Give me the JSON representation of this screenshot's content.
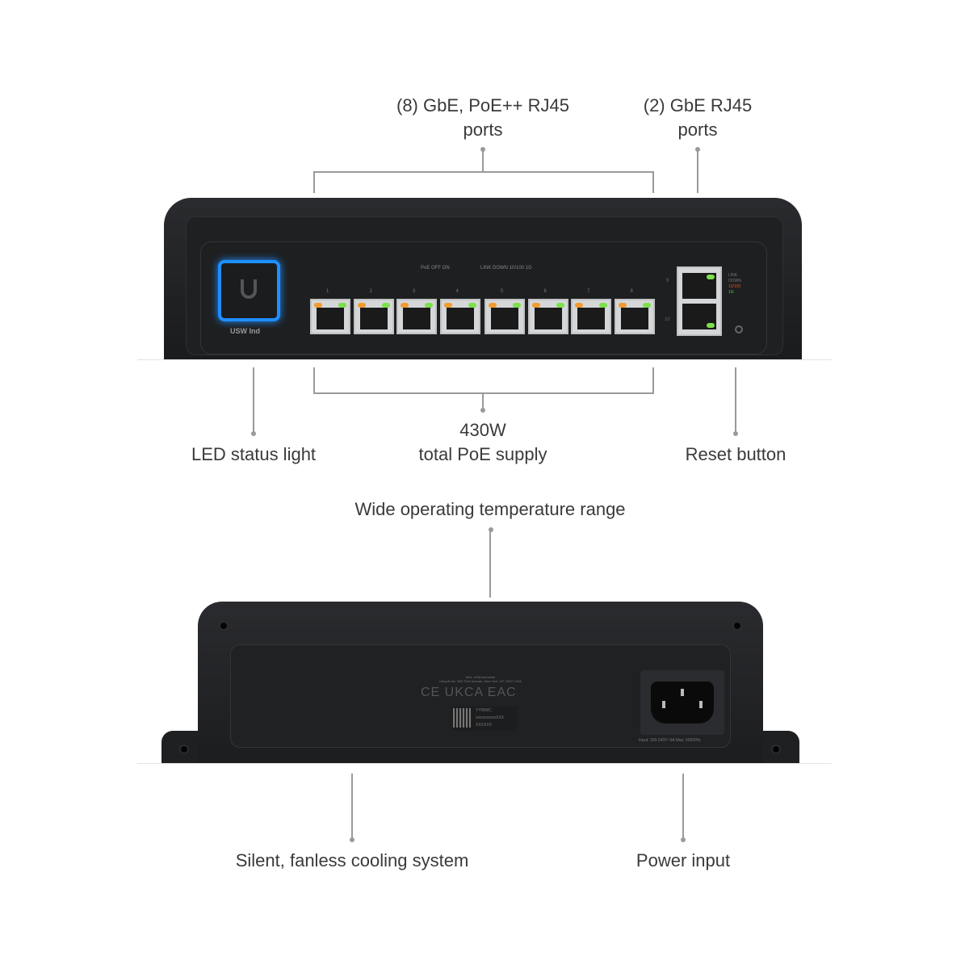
{
  "callouts": {
    "poe_ports": [
      "(8) GbE, PoE++ RJ45",
      "ports"
    ],
    "gbe_ports": [
      "(2) GbE RJ45",
      "ports"
    ],
    "led_status": "LED status light",
    "poe_supply": [
      "430W",
      "total PoE supply"
    ],
    "reset": "Reset button",
    "temperature": "Wide operating temperature range",
    "cooling": "Silent, fanless cooling system",
    "power": "Power input"
  },
  "front_panel": {
    "model_label": "USW Ind",
    "port_numbers": [
      "1",
      "2",
      "3",
      "4",
      "5",
      "6",
      "7",
      "8"
    ],
    "uplink_numbers": [
      "9",
      "10"
    ],
    "legend_poe": "PoE  OFF  ON",
    "legend_link": "LINK  DOWN  10/100  1G",
    "uplink_legend": [
      "LINK",
      "DOWN",
      "10/100",
      "1G"
    ]
  },
  "back_panel": {
    "label_lines": [
      "M/N: USW-Industrial",
      "Ubiquiti Inc. 685 Third Avenue, New York, NY 10017 USA"
    ],
    "certifications": "CE UKCA EAC",
    "serial_lines": [
      "YYWWC",
      "xxxxxxxxxxXXX",
      "XXXXXX"
    ],
    "power_rating": "Input: 100-240V~6A Max, 50/60Hz"
  },
  "colors": {
    "led_blue": "#1e8fff",
    "port_orange": "#f29a2e",
    "port_green": "#7be04a"
  }
}
